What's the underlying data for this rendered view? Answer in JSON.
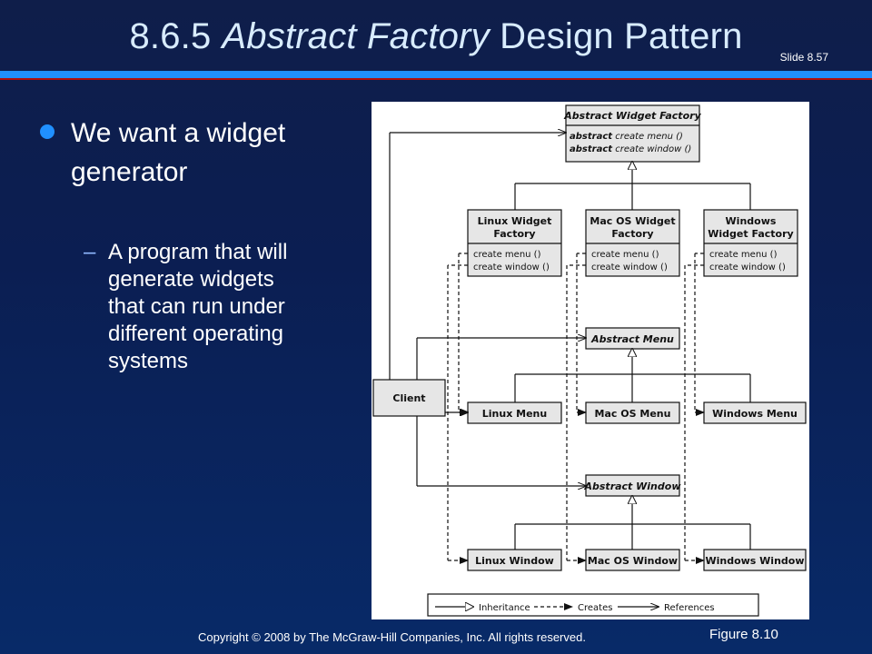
{
  "slide": {
    "title_number": "8.6.5",
    "title_italic": "Abstract Factory",
    "title_rest": "Design Pattern",
    "slide_number": "Slide 8.57",
    "bullet": "We want a widget generator",
    "subbullet_dash": "–",
    "subbullet": "A program that will generate widgets that can run under different operating systems",
    "copyright": "Copyright © 2008 by The McGraw-Hill Companies, Inc. All rights reserved.",
    "figure_label": "Figure 8.10"
  },
  "colors": {
    "accent_blue": "#2090ff",
    "accent_red": "#b01010",
    "box_fill": "#e6e6e6"
  },
  "diagram": {
    "abstract_factory": {
      "name": "Abstract Widget Factory",
      "op1_kw": "abstract",
      "op1": "create menu ()",
      "op2_kw": "abstract",
      "op2": "create window ()"
    },
    "factories": [
      {
        "name1": "Linux Widget",
        "name2": "Factory",
        "op1": "create menu ()",
        "op2": "create window ()"
      },
      {
        "name1": "Mac OS Widget",
        "name2": "Factory",
        "op1": "create menu ()",
        "op2": "create window ()"
      },
      {
        "name1": "Windows",
        "name2": "Widget Factory",
        "op1": "create menu ()",
        "op2": "create window ()"
      }
    ],
    "abstract_menu": "Abstract Menu",
    "menus": [
      "Linux Menu",
      "Mac OS Menu",
      "Windows Menu"
    ],
    "abstract_window": "Abstract Window",
    "windows": [
      "Linux Window",
      "Mac OS Window",
      "Windows Window"
    ],
    "client": "Client",
    "legend": [
      "Inheritance",
      "Creates",
      "References"
    ]
  }
}
